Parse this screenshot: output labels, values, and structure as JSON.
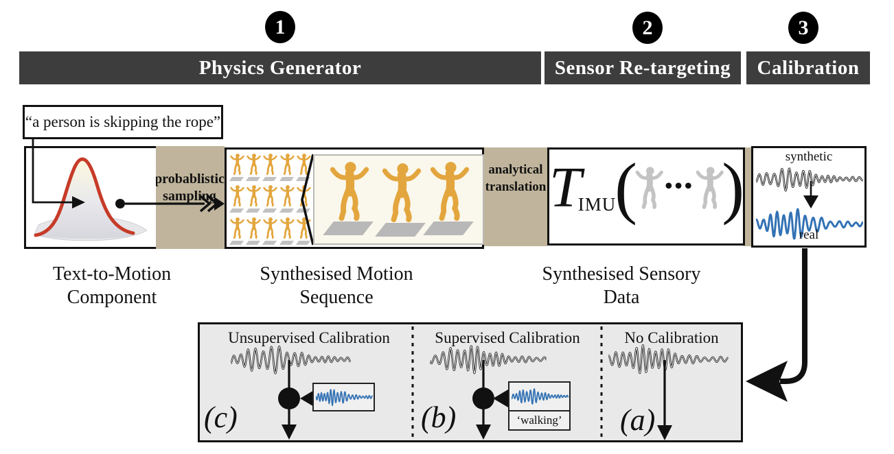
{
  "header": {
    "steps": [
      {
        "number": "1",
        "label": "Physics Generator"
      },
      {
        "number": "2",
        "label": "Sensor Re-targeting"
      },
      {
        "number": "3",
        "label": "Calibration"
      }
    ]
  },
  "prompt_bubble": {
    "text": "“a person is skipping the rope”"
  },
  "connectors": {
    "probabilistic_sampling": {
      "line1": "probablistic",
      "line2": "sampling"
    },
    "analytical_translation": {
      "line1": "analytical",
      "line2": "translation"
    }
  },
  "formula": {
    "symbol": "T",
    "subscript": "IMU",
    "paren_open": "(",
    "dots": "•••",
    "paren_close": ")"
  },
  "signal_panel": {
    "top_label": "synthetic",
    "bottom_label": "real"
  },
  "captions": [
    {
      "line1": "Text-to-Motion",
      "line2": "Component"
    },
    {
      "line1": "Synthesised Motion",
      "line2": "Sequence"
    },
    {
      "line1": "Synthesised Sensory",
      "line2": "Data"
    }
  ],
  "calibration_panel": {
    "sections": [
      {
        "tag": "(c)",
        "title": "Unsupervised Calibration"
      },
      {
        "tag": "(b)",
        "title": "Supervised Calibration",
        "box_label": "‘walking’"
      },
      {
        "tag": "(a)",
        "title": "No Calibration"
      }
    ]
  },
  "colors": {
    "header_bg": "#3d3d3d",
    "connector_tan": "#c0b59c",
    "signal_blue": "#3372b4",
    "figure_gold": "#e3a63e",
    "figure_gray": "#c3c3c3",
    "curve_red": "#c63b28",
    "panel_gray": "#e9e9e9"
  }
}
